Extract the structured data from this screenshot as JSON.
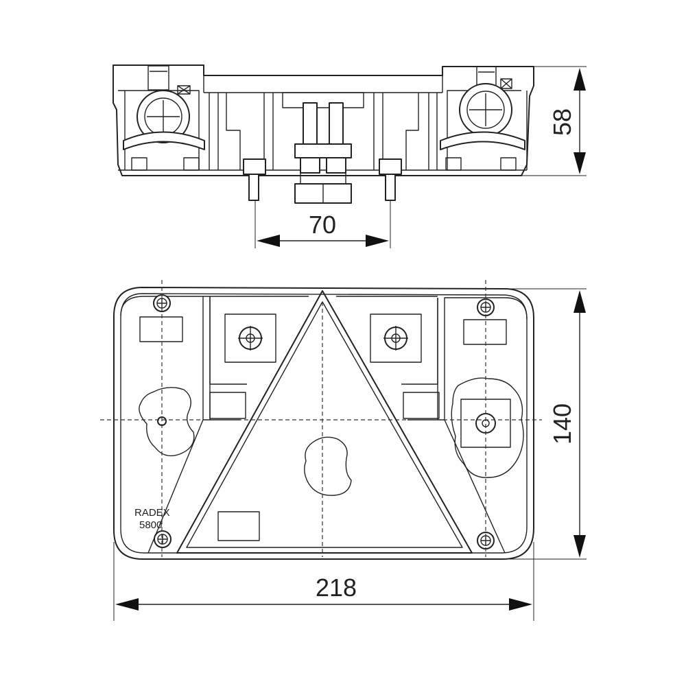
{
  "dimensions": {
    "height": "58",
    "center_spacing": "70",
    "width": "218",
    "depth": "140"
  },
  "label": {
    "brand": "RADEX",
    "model": "5800"
  }
}
